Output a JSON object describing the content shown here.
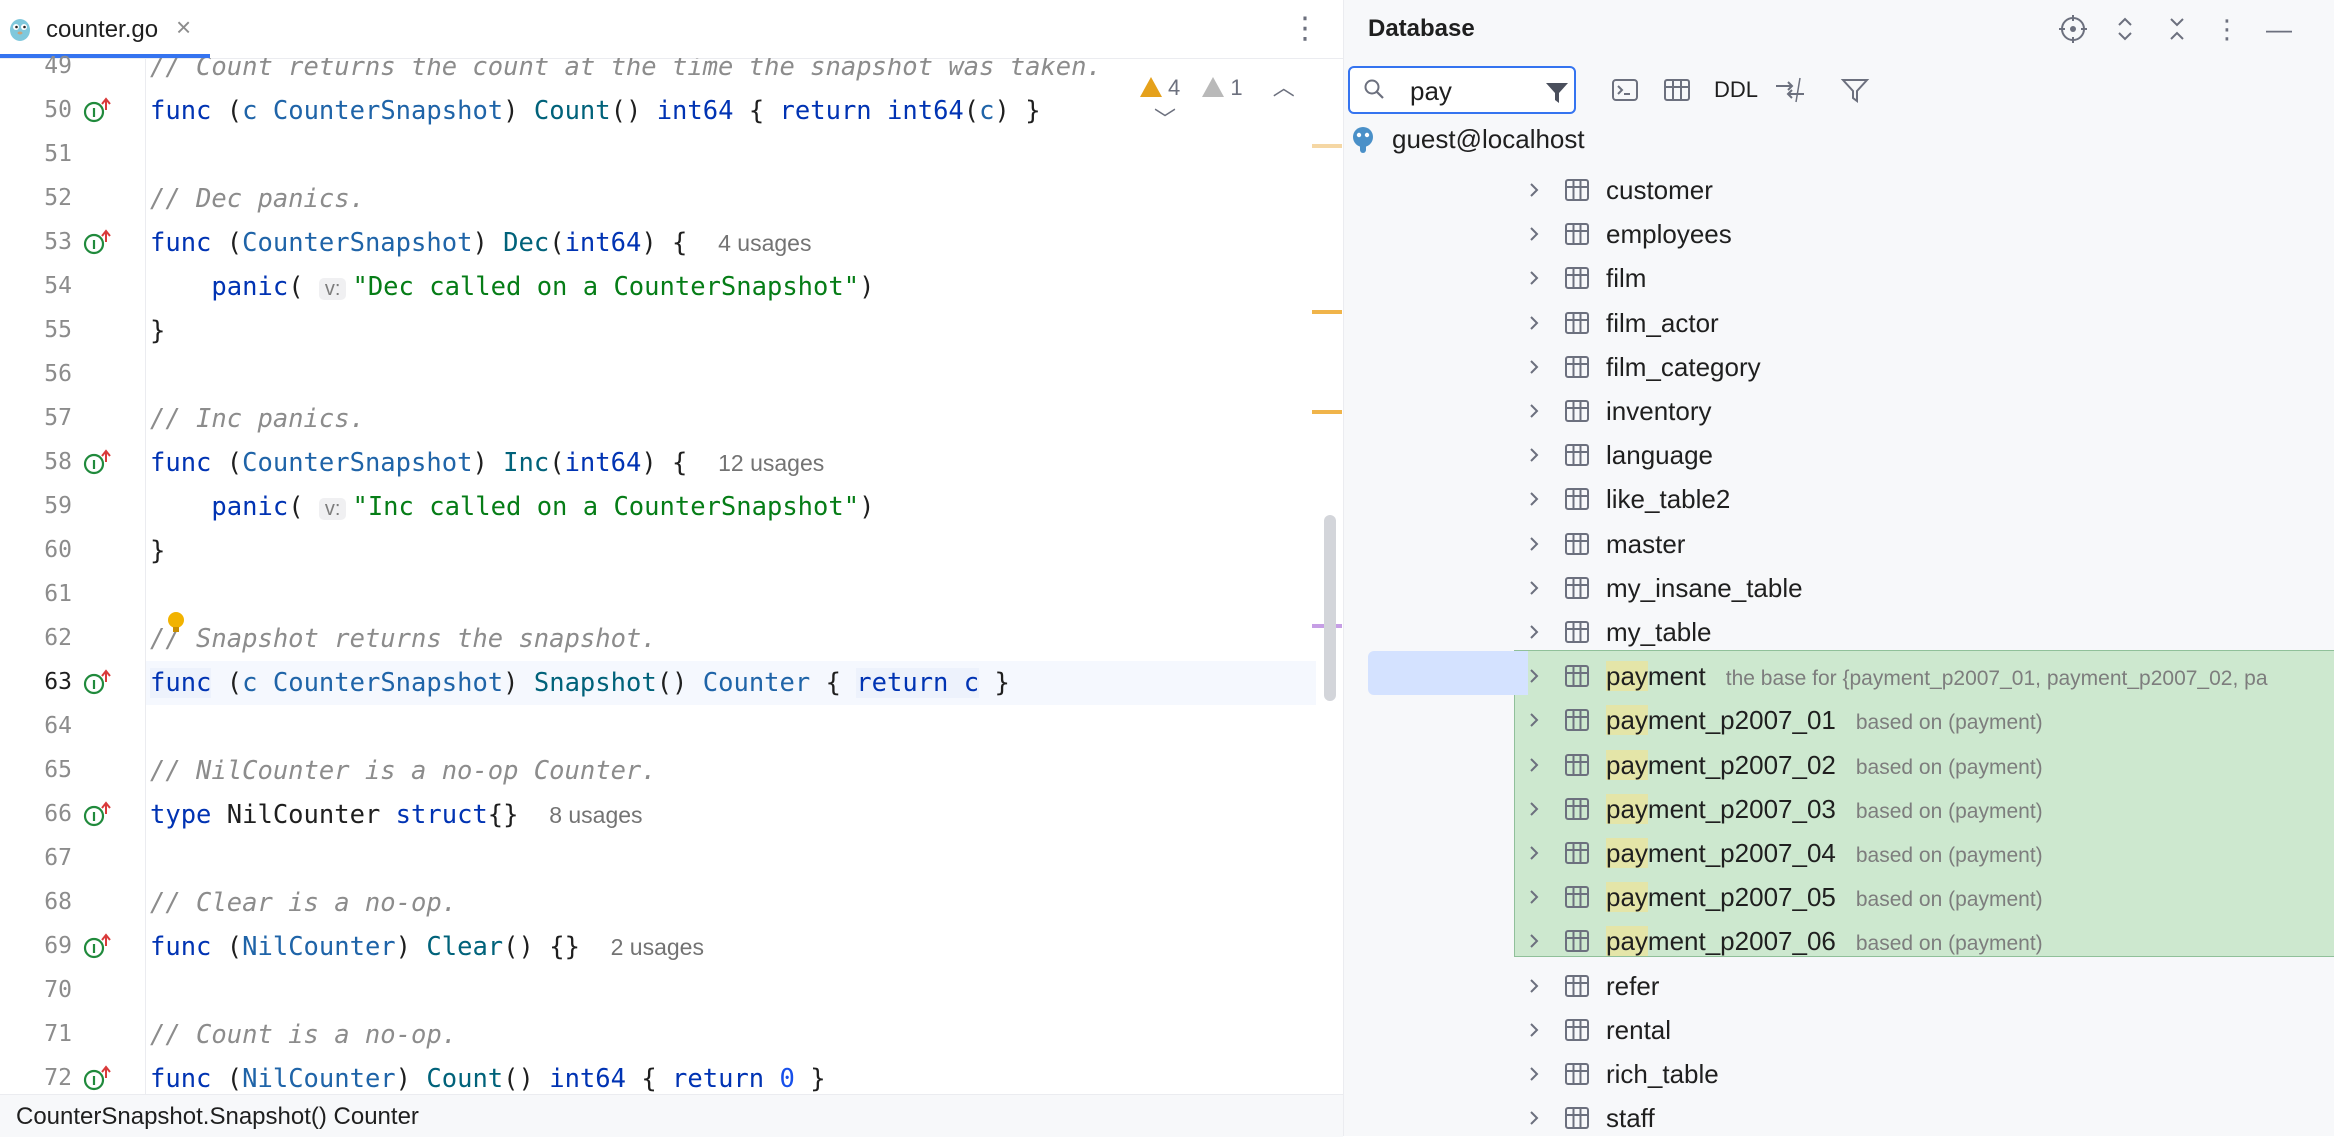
{
  "editor": {
    "tab_label": "counter.go",
    "inspections": {
      "warnings": "4",
      "weak_warnings": "1"
    },
    "status_text": "CounterSnapshot.Snapshot() Counter",
    "lines": [
      {
        "num": "49",
        "segments": [
          {
            "t": "// Count returns the count at the time the snapshot was taken.",
            "c": "cm"
          }
        ]
      },
      {
        "num": "50",
        "impl": true,
        "segments": [
          {
            "t": "func",
            "c": "kw"
          },
          {
            "t": " ("
          },
          {
            "t": "c",
            "c": "rcv"
          },
          {
            "t": " "
          },
          {
            "t": "CounterSnapshot",
            "c": "rcv"
          },
          {
            "t": ") "
          },
          {
            "t": "Count",
            "c": "fnc"
          },
          {
            "t": "() "
          },
          {
            "t": "int64",
            "c": "kw"
          },
          {
            "t": " { "
          },
          {
            "t": "return",
            "c": "kw"
          },
          {
            "t": " "
          },
          {
            "t": "int64",
            "c": "kw"
          },
          {
            "t": "("
          },
          {
            "t": "c",
            "c": "rcv"
          },
          {
            "t": ") }"
          }
        ]
      },
      {
        "num": "51",
        "segments": []
      },
      {
        "num": "52",
        "segments": [
          {
            "t": "// Dec panics.",
            "c": "cm"
          }
        ]
      },
      {
        "num": "53",
        "impl": true,
        "segments": [
          {
            "t": "func",
            "c": "kw"
          },
          {
            "t": " ("
          },
          {
            "t": "CounterSnapshot",
            "c": "rcv"
          },
          {
            "t": ") "
          },
          {
            "t": "Dec",
            "c": "fnc"
          },
          {
            "t": "("
          },
          {
            "t": "int64",
            "c": "kw"
          },
          {
            "t": ") {  "
          },
          {
            "t": "4 usages",
            "c": "hint"
          }
        ]
      },
      {
        "num": "54",
        "segments": [
          {
            "t": "    "
          },
          {
            "t": "panic",
            "c": "kw"
          },
          {
            "t": "( "
          },
          {
            "t": "v:",
            "c": "phint"
          },
          {
            "t": "\"Dec called on a CounterSnapshot\"",
            "c": "str"
          },
          {
            "t": ")"
          }
        ]
      },
      {
        "num": "55",
        "segments": [
          {
            "t": "}"
          }
        ]
      },
      {
        "num": "56",
        "segments": []
      },
      {
        "num": "57",
        "segments": [
          {
            "t": "// Inc panics.",
            "c": "cm"
          }
        ]
      },
      {
        "num": "58",
        "impl": true,
        "segments": [
          {
            "t": "func",
            "c": "kw"
          },
          {
            "t": " ("
          },
          {
            "t": "CounterSnapshot",
            "c": "rcv"
          },
          {
            "t": ") "
          },
          {
            "t": "Inc",
            "c": "fnc"
          },
          {
            "t": "("
          },
          {
            "t": "int64",
            "c": "kw"
          },
          {
            "t": ") {  "
          },
          {
            "t": "12 usages",
            "c": "hint"
          }
        ]
      },
      {
        "num": "59",
        "segments": [
          {
            "t": "    "
          },
          {
            "t": "panic",
            "c": "kw"
          },
          {
            "t": "( "
          },
          {
            "t": "v:",
            "c": "phint"
          },
          {
            "t": "\"Inc called on a CounterSnapshot\"",
            "c": "str"
          },
          {
            "t": ")"
          }
        ]
      },
      {
        "num": "60",
        "segments": [
          {
            "t": "}"
          }
        ]
      },
      {
        "num": "61",
        "segments": []
      },
      {
        "num": "62",
        "bulb": true,
        "segments": [
          {
            "t": "// Snapshot returns the snapshot.",
            "c": "cm"
          }
        ]
      },
      {
        "num": "63",
        "impl": true,
        "current": true,
        "segments": [
          {
            "t": "func",
            "c": "kw hl"
          },
          {
            "t": " ("
          },
          {
            "t": "c",
            "c": "rcv"
          },
          {
            "t": " "
          },
          {
            "t": "CounterSnapshot",
            "c": "rcv"
          },
          {
            "t": ") "
          },
          {
            "t": "Snapshot",
            "c": "fnc"
          },
          {
            "t": "() "
          },
          {
            "t": "Counter",
            "c": "rcv"
          },
          {
            "t": " { "
          },
          {
            "t": "return c",
            "c": "kw hl"
          },
          {
            "t": " }"
          }
        ]
      },
      {
        "num": "64",
        "segments": []
      },
      {
        "num": "65",
        "segments": [
          {
            "t": "// NilCounter is a no-op Counter.",
            "c": "cm"
          }
        ]
      },
      {
        "num": "66",
        "impl": true,
        "segments": [
          {
            "t": "type",
            "c": "kw"
          },
          {
            "t": " NilCounter "
          },
          {
            "t": "struct",
            "c": "kw"
          },
          {
            "t": "{}  "
          },
          {
            "t": "8 usages",
            "c": "hint"
          }
        ]
      },
      {
        "num": "67",
        "segments": []
      },
      {
        "num": "68",
        "segments": [
          {
            "t": "// Clear is a no-op.",
            "c": "cm"
          }
        ]
      },
      {
        "num": "69",
        "impl": true,
        "segments": [
          {
            "t": "func",
            "c": "kw"
          },
          {
            "t": " ("
          },
          {
            "t": "NilCounter",
            "c": "rcv"
          },
          {
            "t": ") "
          },
          {
            "t": "Clear",
            "c": "fnc"
          },
          {
            "t": "() {}  "
          },
          {
            "t": "2 usages",
            "c": "hint"
          }
        ]
      },
      {
        "num": "70",
        "segments": []
      },
      {
        "num": "71",
        "segments": [
          {
            "t": "// Count is a no-op.",
            "c": "cm"
          }
        ]
      },
      {
        "num": "72",
        "impl": true,
        "segments": [
          {
            "t": "func",
            "c": "kw"
          },
          {
            "t": " ("
          },
          {
            "t": "NilCounter",
            "c": "rcv"
          },
          {
            "t": ") "
          },
          {
            "t": "Count",
            "c": "fnc"
          },
          {
            "t": "() "
          },
          {
            "t": "int64",
            "c": "kw"
          },
          {
            "t": " { "
          },
          {
            "t": "return",
            "c": "kw"
          },
          {
            "t": " "
          },
          {
            "t": "0",
            "c": "num"
          },
          {
            "t": " }"
          }
        ]
      }
    ]
  },
  "database": {
    "title": "Database",
    "search": {
      "value": "pay"
    },
    "toolbar": {
      "ddl_label": "DDL"
    },
    "datasource": "guest@localhost",
    "match": "pay",
    "tables": [
      {
        "name": "customer"
      },
      {
        "name": "employees"
      },
      {
        "name": "film"
      },
      {
        "name": "film_actor"
      },
      {
        "name": "film_category"
      },
      {
        "name": "inventory"
      },
      {
        "name": "language"
      },
      {
        "name": "like_table2"
      },
      {
        "name": "master"
      },
      {
        "name": "my_insane_table"
      },
      {
        "name": "my_table"
      },
      {
        "name": "payment",
        "comment": "the base for {payment_p2007_01, payment_p2007_02, pa",
        "matched": true,
        "selected": true
      },
      {
        "name": "payment_p2007_01",
        "comment": "based on (payment)",
        "matched": true
      },
      {
        "name": "payment_p2007_02",
        "comment": "based on (payment)",
        "matched": true
      },
      {
        "name": "payment_p2007_03",
        "comment": "based on (payment)",
        "matched": true
      },
      {
        "name": "payment_p2007_04",
        "comment": "based on (payment)",
        "matched": true
      },
      {
        "name": "payment_p2007_05",
        "comment": "based on (payment)",
        "matched": true
      },
      {
        "name": "payment_p2007_06",
        "comment": "based on (payment)",
        "matched": true
      },
      {
        "name": "refer"
      },
      {
        "name": "rental"
      },
      {
        "name": "rich_table"
      },
      {
        "name": "staff"
      }
    ]
  },
  "colors": {
    "accent": "#3574f0",
    "match_block": "#cde8cf",
    "warning": "#e5a11b"
  }
}
